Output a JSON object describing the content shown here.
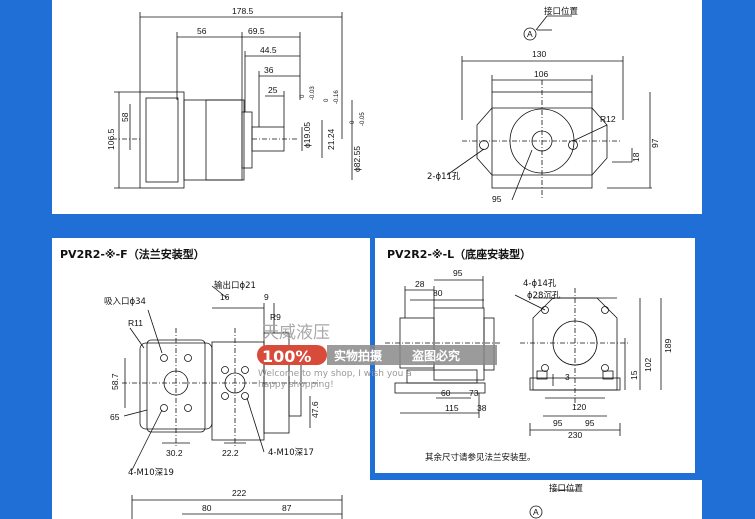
{
  "top": {
    "dims": {
      "d178": "178.5",
      "d56": "56",
      "d69": "69.5",
      "d44": "44.5",
      "d36": "36",
      "d25": "25",
      "d58": "58",
      "d106": "106.5",
      "p19": "ϕ19.05",
      "p19tol": "0",
      "p19tol2": "-0.03",
      "d21": "21.24",
      "d21tol": "0",
      "d21tol2": "-0.16",
      "p82": "ϕ82.55",
      "p82tol": "0",
      "p82tol2": "-0.05",
      "d130": "130",
      "d106b": "106",
      "r12": "R12",
      "d18": "18",
      "d97": "97",
      "hole": "2-ϕ11孔",
      "d95": "95",
      "port": "接口位置",
      "mark": "A"
    }
  },
  "left": {
    "title": "PV2R2-※-F（法兰安装型）",
    "dims": {
      "outlet": "输出口ϕ21",
      "inlet": "吸入口ϕ34",
      "r11": "R11",
      "d16": "16",
      "d9": "9",
      "r9": "R9",
      "d58": "58.7",
      "d65": "65",
      "d30": "30.2",
      "m10a": "4-M10深19",
      "d22": "22.2",
      "d47": "47.6",
      "m10b": "4-M10深17"
    }
  },
  "right": {
    "title": "PV2R2-※-L（底座安装型）",
    "dims": {
      "d28": "28",
      "d80": "80",
      "d95": "95",
      "holes": "4-ϕ14孔",
      "cb": "ϕ28沉孔",
      "d60": "60",
      "d73": "73",
      "d115": "115",
      "d38": "38",
      "d3": "3",
      "d15": "15",
      "d102": "102",
      "d189": "189",
      "d120": "120",
      "d95a": "95",
      "d95b": "95",
      "d230": "230"
    },
    "note": "其余尺寸请参见法兰安装型。"
  },
  "bottom": {
    "dims": {
      "d222": "222",
      "d80": "80",
      "d87": "87",
      "port": "接口位置",
      "mark": "A"
    }
  },
  "watermark": {
    "shop": "天威液压",
    "pct": "100%",
    "real": "实物拍摄",
    "steal": "盗图必究",
    "welcome": "Welcome to my shop, I wish you a",
    "happy": "happy shopping!"
  }
}
